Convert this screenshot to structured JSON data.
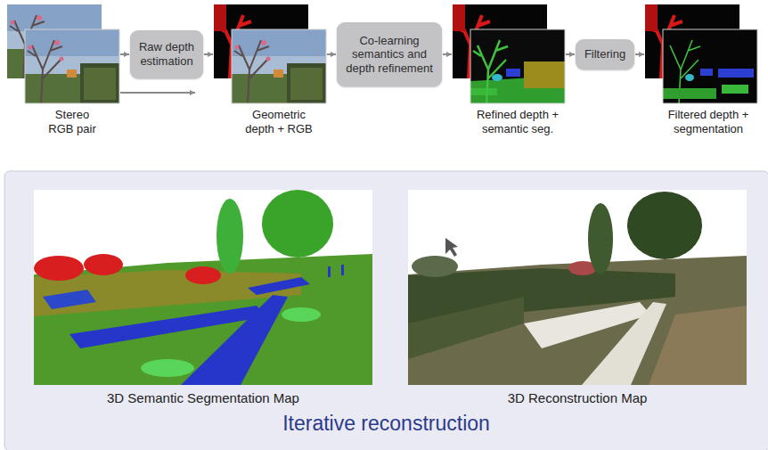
{
  "diagram": {
    "nodes": [
      {
        "text": [
          "Stereo RGB pair"
        ]
      },
      {
        "text": [
          "Raw depth estimation"
        ]
      },
      {
        "text": [
          "Geometric depth + RGB"
        ]
      },
      {
        "text": [
          "Co-learning semantics and depth refinement"
        ]
      },
      {
        "text": [
          "Refined depth + semantic seg."
        ]
      },
      {
        "text": [
          "Filtering"
        ]
      },
      {
        "text": [
          "Filtered depth + segmentation"
        ]
      },
      {
        "text": [
          "Iterative reconstruction"
        ]
      },
      {
        "text": [
          "3D Semantic Segmentation Map"
        ],
        "in": 7
      },
      {
        "text": [
          "3D Reconstruction Map"
        ],
        "in": 7
      }
    ],
    "edges": [
      {
        "from": 0,
        "to": 1,
        "arrow": "to"
      },
      {
        "from": 1,
        "to": 2,
        "arrow": "to"
      },
      {
        "from": 0,
        "to": 2,
        "arrow": "to"
      },
      {
        "from": 2,
        "to": 3,
        "arrow": "to"
      },
      {
        "from": 3,
        "to": 4,
        "arrow": "to"
      },
      {
        "from": 4,
        "to": 5,
        "arrow": "to"
      },
      {
        "from": 5,
        "to": 6,
        "arrow": "to"
      }
    ]
  }
}
